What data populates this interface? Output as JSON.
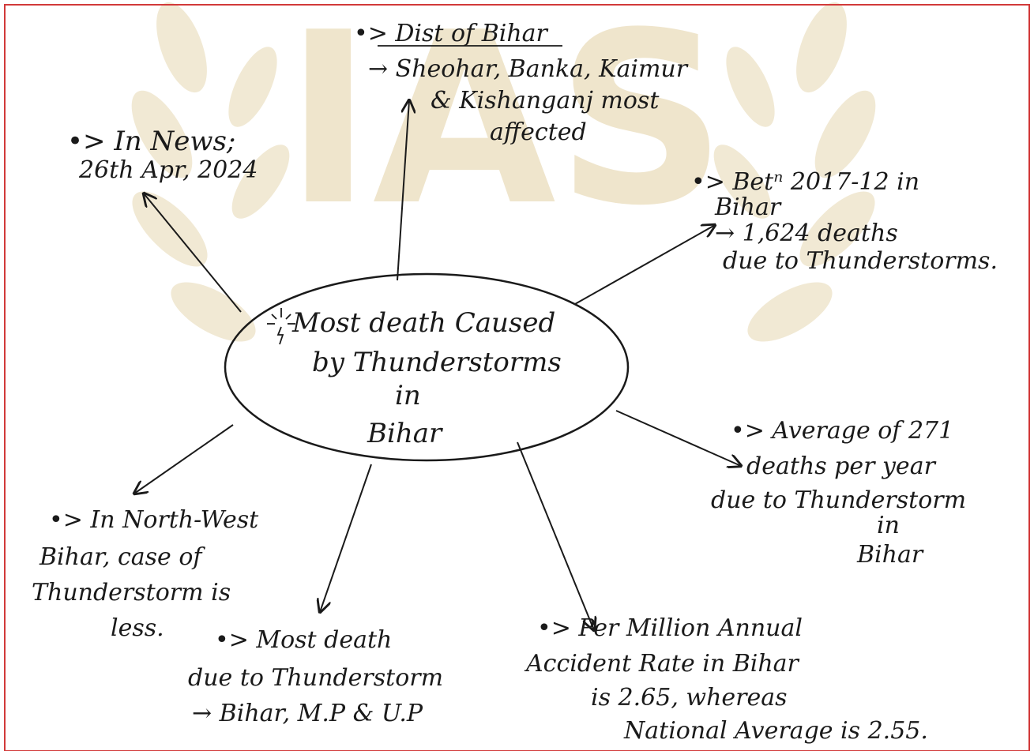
{
  "watermark": {
    "text": "IAS",
    "color": "#efe5cc",
    "laurel_color": "#f1e9d4"
  },
  "colors": {
    "border": "#d23a3a",
    "ink": "#1a1a1a"
  },
  "center": {
    "icon": "lightning-icon",
    "lines": [
      "Most death Caused",
      "by Thunderstorms",
      "in",
      "Bihar"
    ]
  },
  "nodes": {
    "news": {
      "lines": [
        "•> In News;",
        "26th Apr, 2024"
      ]
    },
    "districts": {
      "title": "•> Dist of Bihar",
      "lines": [
        "→ Sheohar, Banka, Kaimur",
        "& Kishanganj most",
        "affected"
      ]
    },
    "between": {
      "lines": [
        "•> Betⁿ 2017-12 in",
        "Bihar",
        "→ 1,624 deaths",
        "due to Thunderstorms."
      ]
    },
    "average": {
      "lines": [
        "•> Average of 271",
        "deaths per year",
        "due to Thunderstorm",
        "in",
        "Bihar"
      ]
    },
    "northwest": {
      "lines": [
        "•> In North-West",
        "Bihar, case of",
        "Thunderstorm is",
        "less."
      ]
    },
    "most": {
      "lines": [
        "•> Most death",
        "due to Thunderstorm",
        "→ Bihar, M.P & U.P"
      ]
    },
    "rate": {
      "lines": [
        "•> Per Million Annual",
        "Accident Rate in Bihar",
        "is 2.65, whereas",
        "National Average is 2.55."
      ]
    }
  }
}
